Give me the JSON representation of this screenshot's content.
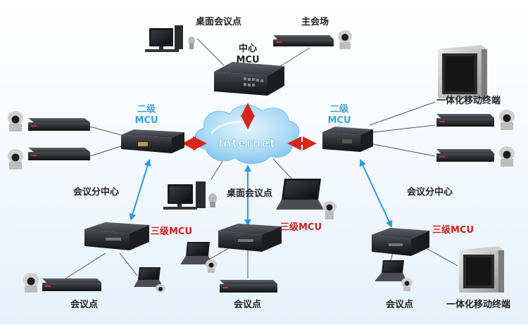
{
  "labels": {
    "desktop_top": "桌面会议点",
    "main_venue": "主会场",
    "central_mcu_line1": "中心",
    "central_mcu_line2": "MCU",
    "level2_left_line1": "二级",
    "level2_left_line2": "MCU",
    "level2_right_line1": "二级",
    "level2_right_line2": "MCU",
    "internet": "Internet",
    "integrated_terminal_top": "一体化移动终端",
    "branch_center_left": "会议分中心",
    "branch_center_right": "会议分中心",
    "desktop_middle": "桌面会议点",
    "level3_left": "三级MCU",
    "level3_middle": "三级MCU",
    "level3_right": "三级MCU",
    "site_left": "会议点",
    "site_middle": "会议点",
    "site_right": "会议点",
    "integrated_terminal_bottom": "一体化移动终端"
  },
  "colors": {
    "level2_text": "#3aa5d8",
    "level3_text": "#c8241f",
    "arrow_red": "#d9261c",
    "arrow_blue": "#2d9ad6",
    "cloud": "#9ed3f2"
  }
}
